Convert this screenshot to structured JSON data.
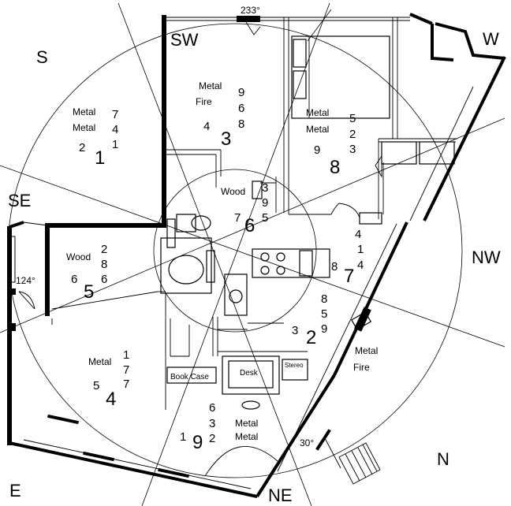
{
  "compass": {
    "S": "S",
    "SW": "SW",
    "W": "W",
    "SE": "SE",
    "NW": "NW",
    "E": "E",
    "NE": "NE",
    "N": "N"
  },
  "degrees": {
    "top": "233°",
    "left": "124°",
    "bottom": "30°"
  },
  "furniture": {
    "bookcase": "Book Case",
    "desk": "Desk",
    "stereo": "Stereo"
  },
  "sectors": [
    {
      "id": "south",
      "labels": [
        "Metal",
        "Metal"
      ],
      "digits": [
        "7",
        "4",
        "1",
        "2"
      ],
      "big": "1"
    },
    {
      "id": "southwest",
      "labels": [
        "Metal",
        "Fire"
      ],
      "digits": [
        "9",
        "6",
        "8",
        "4"
      ],
      "big": "3"
    },
    {
      "id": "west",
      "labels": [
        "Metal",
        "Metal"
      ],
      "digits": [
        "5",
        "2",
        "3",
        "9"
      ],
      "big": "8"
    },
    {
      "id": "center",
      "labels": [
        "Wood"
      ],
      "digits": [
        "3",
        "9",
        "5",
        "7"
      ],
      "big": "6"
    },
    {
      "id": "southeast",
      "labels": [
        "Wood"
      ],
      "digits": [
        "2",
        "8",
        "6",
        "6"
      ],
      "big": "5"
    },
    {
      "id": "northwest",
      "labels": [],
      "digits": [
        "4",
        "1",
        "4",
        "8"
      ],
      "big": "7"
    },
    {
      "id": "north-mid",
      "labels": [],
      "digits": [
        "8",
        "5",
        "9",
        "3"
      ],
      "big": "2"
    },
    {
      "id": "north",
      "labels": [
        "Metal",
        "Fire"
      ],
      "digits": [],
      "big": ""
    },
    {
      "id": "east",
      "labels": [
        "Metal"
      ],
      "digits": [
        "1",
        "7",
        "7",
        "5"
      ],
      "big": "4"
    },
    {
      "id": "northeast",
      "labels": [
        "Metal",
        "Metal"
      ],
      "digits": [
        "6",
        "3",
        "2",
        "1"
      ],
      "big": "9"
    }
  ]
}
